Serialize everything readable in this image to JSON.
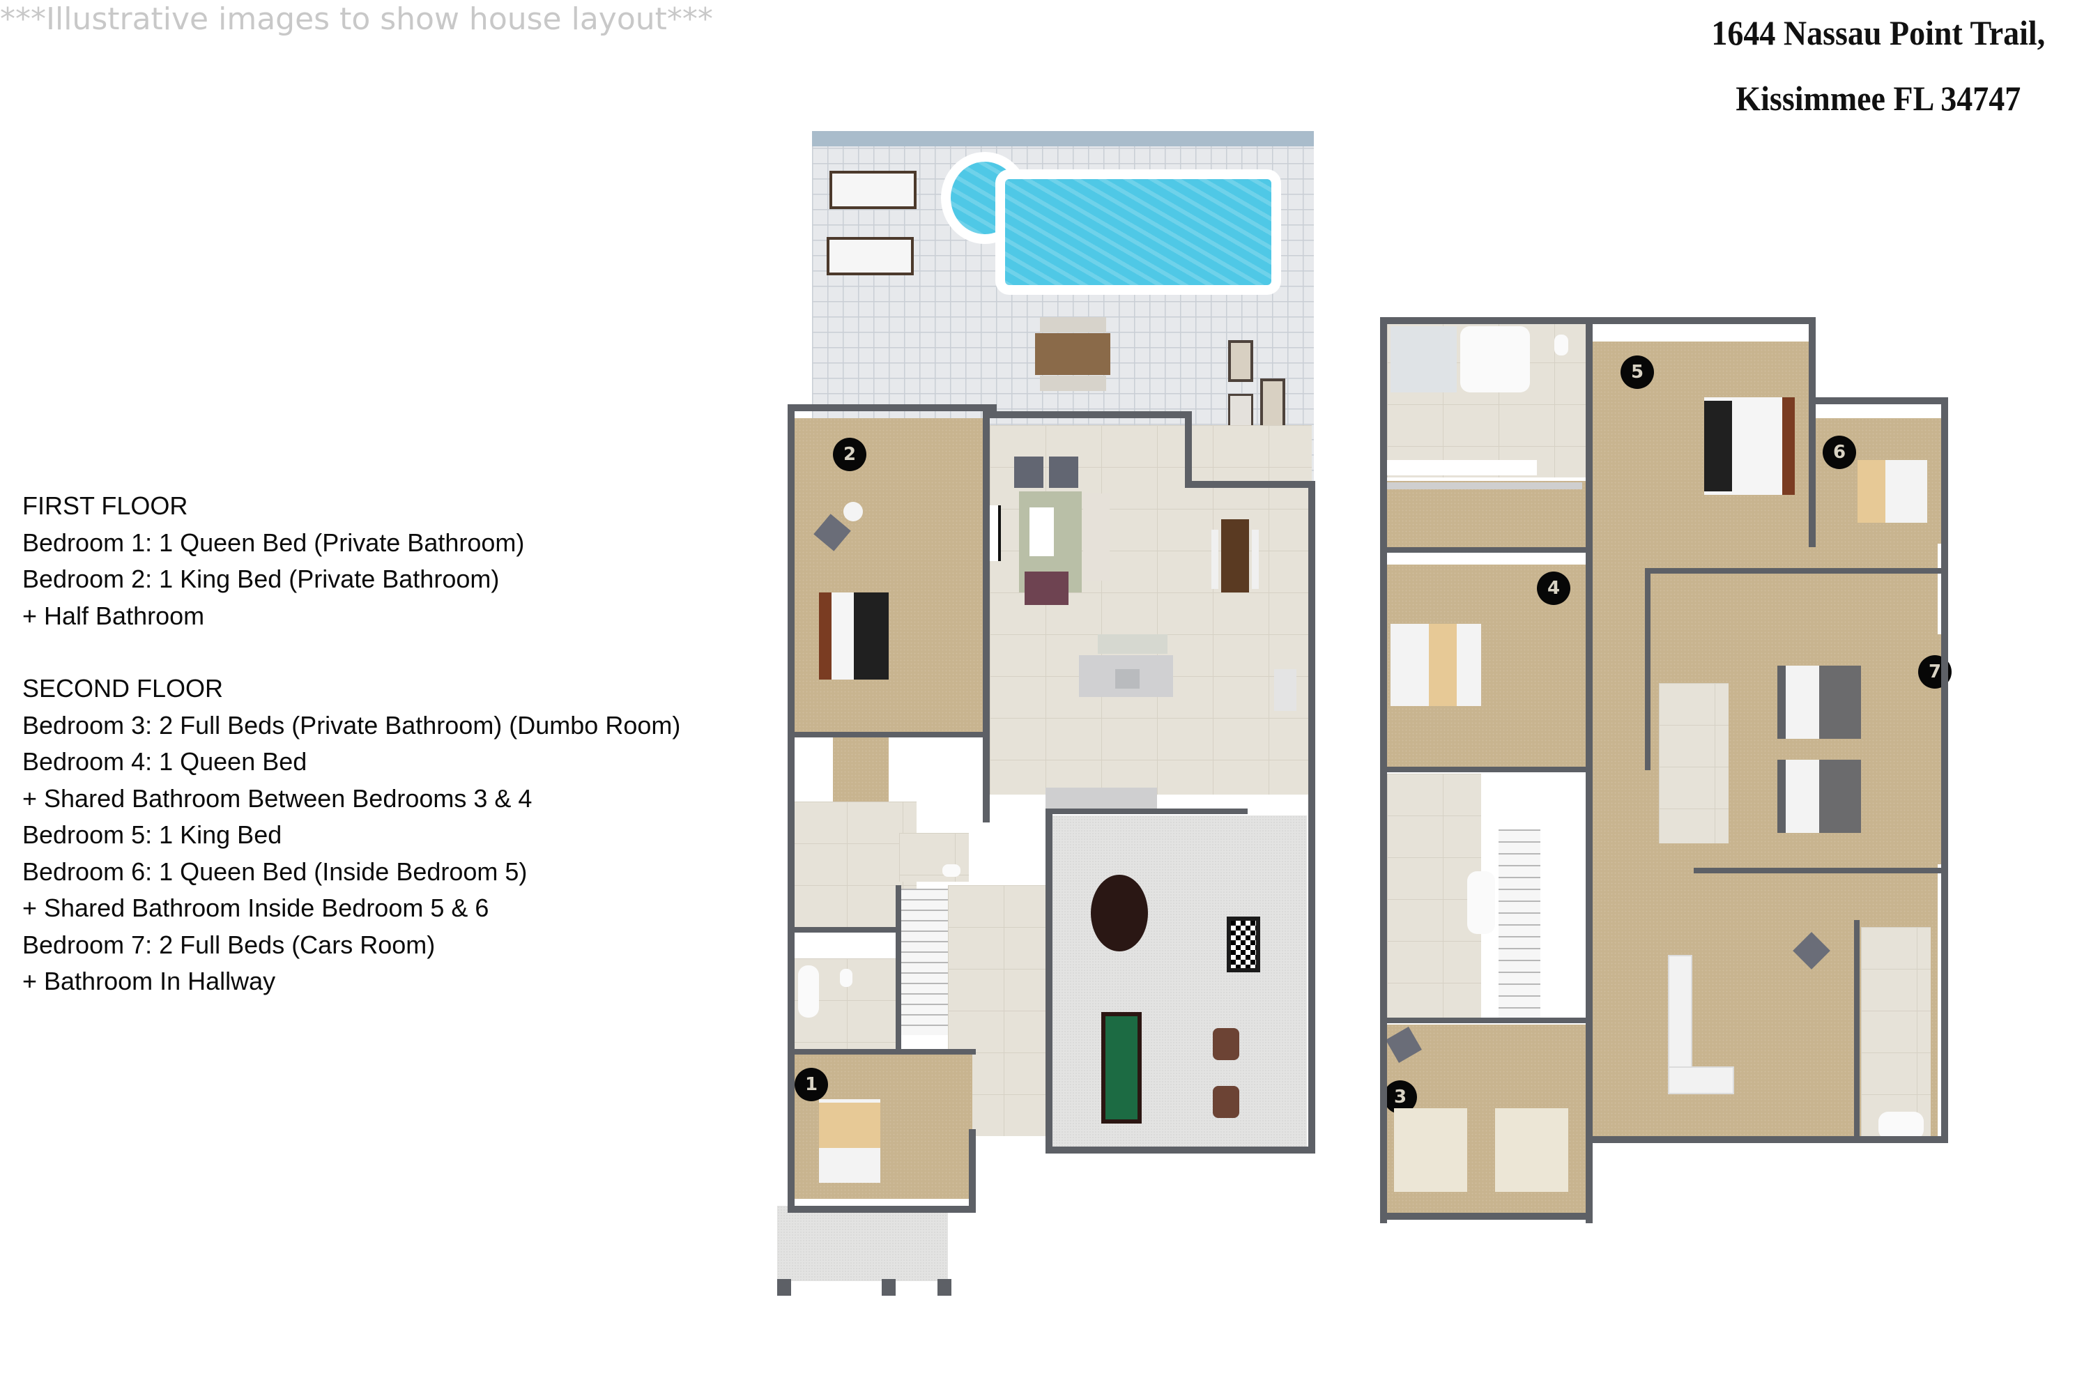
{
  "header": {
    "disclaimer": "***Illustrative images to show house layout***",
    "address_line1": "1644 Nassau Point Trail,",
    "address_line2": "Kissimmee FL 34747"
  },
  "legend": {
    "first_floor": {
      "heading": "FIRST FLOOR",
      "lines": [
        "Bedroom 1: 1 Queen Bed (Private Bathroom)",
        "Bedroom 2: 1 King Bed (Private Bathroom)",
        "+ Half Bathroom"
      ]
    },
    "second_floor": {
      "heading": "SECOND FLOOR",
      "lines": [
        "Bedroom 3: 2 Full Beds (Private Bathroom) (Dumbo Room)",
        "Bedroom 4: 1 Queen Bed",
        "+ Shared Bathroom Between Bedrooms 3 & 4",
        "Bedroom 5: 1 King Bed",
        "Bedroom 6: 1 Queen Bed (Inside Bedroom 5)",
        "+ Shared Bathroom Inside Bedroom 5 & 6",
        "Bedroom 7: 2 Full Beds (Cars Room)",
        "+ Bathroom In Hallway"
      ]
    }
  },
  "plans": {
    "first_floor": {
      "badges": [
        "1",
        "2"
      ],
      "areas": [
        "pool-deck",
        "pool",
        "living-room",
        "dining-area",
        "kitchen",
        "game-room",
        "staircase",
        "front-porch"
      ]
    },
    "second_floor": {
      "badges": [
        "3",
        "4",
        "5",
        "6",
        "7"
      ],
      "areas": [
        "master-bath",
        "walk-in-closet",
        "loft",
        "staircase",
        "hall-bathroom",
        "shared-bathroom"
      ]
    }
  },
  "colors": {
    "wall": "#5d6066",
    "carpet": "#c8b48f",
    "tile": "#e6e2d8",
    "pool": "#4fc8e6",
    "badge": "#070707"
  }
}
